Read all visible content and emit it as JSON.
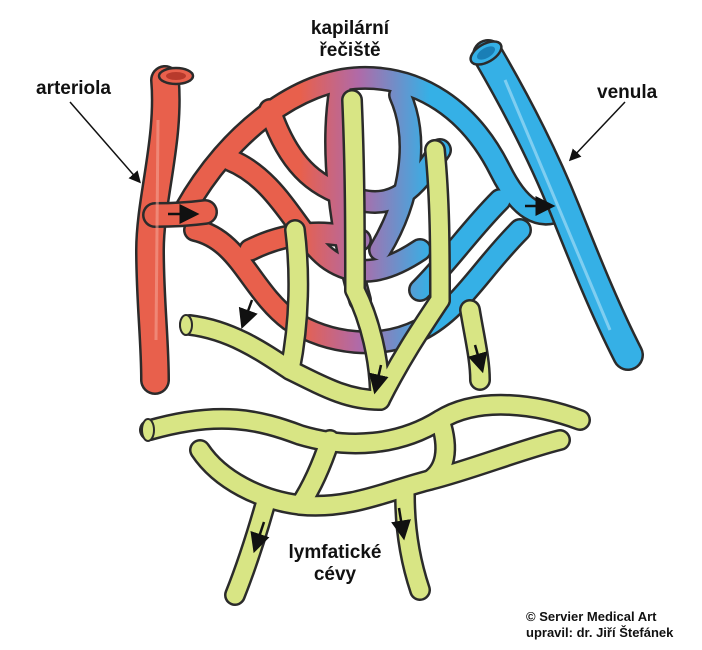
{
  "labels": {
    "capillary_line1": "kapilární",
    "capillary_line2": "řečiště",
    "arteriole": "arteriola",
    "venule": "venula",
    "lymph_line1": "lymfatické",
    "lymph_line2": "cévy"
  },
  "credit": {
    "line1": "© Servier Medical Art",
    "line2": "upravil: dr. Jiří Štefánek"
  },
  "colors": {
    "arterial": "#e8604c",
    "arterial_dark": "#b83a2c",
    "venous": "#35b0e6",
    "venous_dark": "#1a7fb6",
    "lymph": "#d8e584",
    "lymph_dark": "#9aaa3e",
    "outline": "#2b2b2b"
  }
}
